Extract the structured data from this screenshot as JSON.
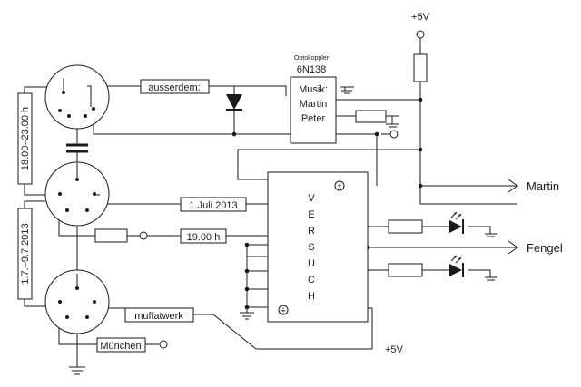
{
  "supply_top": "+5V",
  "supply_bottom": "+5V",
  "optocoupler": {
    "caption": "Optokoppler",
    "part": "6N138",
    "lines": [
      "Musik:",
      "Martin",
      "Peter"
    ]
  },
  "chip": {
    "letters": [
      "V",
      "E",
      "R",
      "S",
      "U",
      "C",
      "H"
    ],
    "plus_symbol": "+",
    "ground_symbol": "⏚"
  },
  "wire_labels": {
    "ausserdem": "ausserdem:",
    "juli": "1.Juli.2013",
    "time": "19.00 h",
    "muffatwerk": "muffatwerk",
    "muenchen": "München"
  },
  "side_labels": {
    "hours": "18.00–23.00 h",
    "dates": "1.7.–9.7.2013"
  },
  "outputs": {
    "martin": "Martin",
    "fengel": "Fengel"
  },
  "colors": {
    "ink": "#1a1a1a",
    "paper": "#ffffff"
  }
}
